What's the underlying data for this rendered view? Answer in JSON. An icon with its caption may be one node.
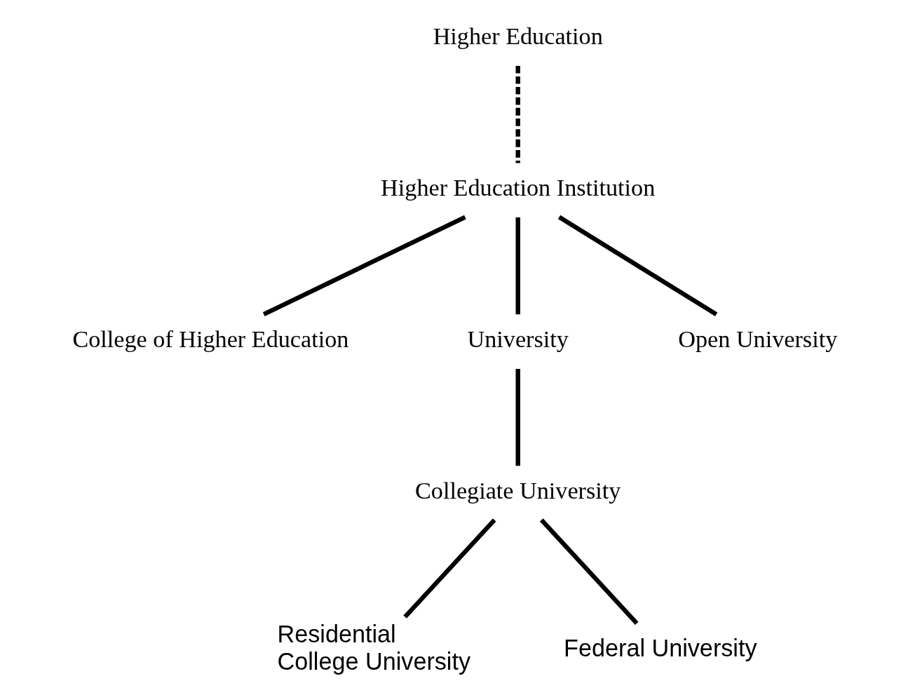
{
  "diagram": {
    "nodes": [
      {
        "text": [
          "Higher Education"
        ]
      },
      {
        "text": [
          "Higher Education Institution"
        ]
      },
      {
        "text": [
          "College of Higher Education"
        ]
      },
      {
        "text": [
          "University"
        ]
      },
      {
        "text": [
          "Open University"
        ]
      },
      {
        "text": [
          "Collegiate University"
        ]
      },
      {
        "text": [
          "Residential College University"
        ]
      },
      {
        "text": [
          "Federal University"
        ]
      }
    ],
    "edges": [
      {
        "from": 0,
        "to": 1,
        "arrow": "none",
        "style": "dashed"
      },
      {
        "from": 1,
        "to": 2,
        "arrow": "none"
      },
      {
        "from": 1,
        "to": 3,
        "arrow": "none"
      },
      {
        "from": 1,
        "to": 4,
        "arrow": "none"
      },
      {
        "from": 3,
        "to": 5,
        "arrow": "none"
      },
      {
        "from": 5,
        "to": 6,
        "arrow": "none"
      },
      {
        "from": 5,
        "to": 7,
        "arrow": "none"
      }
    ]
  }
}
